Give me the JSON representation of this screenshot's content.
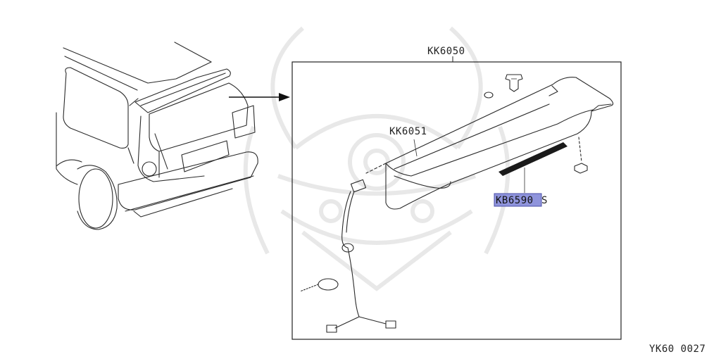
{
  "diagram": {
    "frame_label": "KK6050",
    "wire_label": "KK6051",
    "highlighted_part": "KB6590",
    "highlighted_suffix": "S",
    "highlight_color": "#8f94dc",
    "figure_code": "YK60 0027"
  }
}
